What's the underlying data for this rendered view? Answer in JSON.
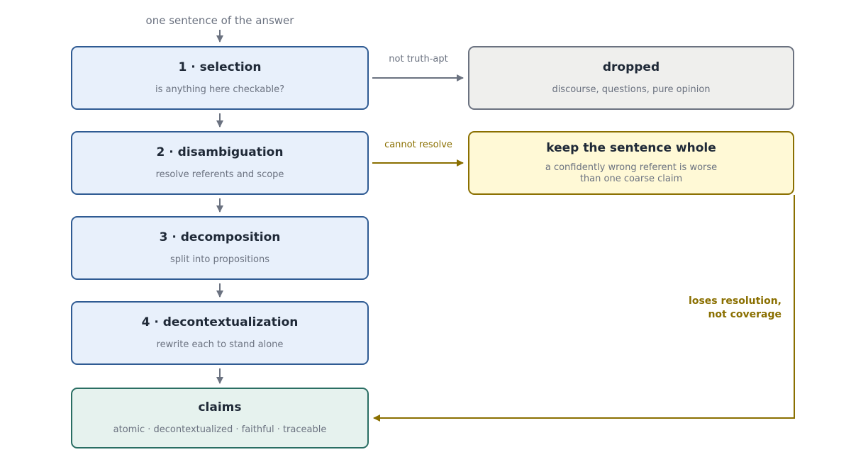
{
  "input_label": "one sentence of the answer",
  "steps": [
    {
      "title": "1 · selection",
      "subtitle": "is anything here checkable?"
    },
    {
      "title": "2 · disambiguation",
      "subtitle": "resolve referents and scope"
    },
    {
      "title": "3 · decomposition",
      "subtitle": "split into propositions"
    },
    {
      "title": "4 · decontextualization",
      "subtitle": "rewrite each to stand alone"
    }
  ],
  "output": {
    "title": "claims",
    "subtitle": "atomic · decontextualized · faithful · traceable"
  },
  "dropped": {
    "title": "dropped",
    "subtitle": "discourse, questions, pure opinion"
  },
  "keep_whole": {
    "title": "keep the sentence whole",
    "subtitle_line1": "a confidently wrong referent is worse",
    "subtitle_line2": "than one coarse claim"
  },
  "edges": {
    "not_truth_apt": "not truth-apt",
    "cannot_resolve": "cannot resolve",
    "loses_line1": "loses resolution,",
    "loses_line2": "not coverage"
  },
  "colors": {
    "step_fill": "#e8f0fb",
    "step_border": "#2f5b93",
    "dropped_fill": "#efefed",
    "dropped_border": "#6b7280",
    "keep_fill": "#fff9d6",
    "keep_border": "#8a6f00",
    "claims_fill": "#e6f2ee",
    "claims_border": "#2a6e63",
    "arrow_grey": "#6b7280",
    "arrow_olive": "#8a6f00"
  }
}
